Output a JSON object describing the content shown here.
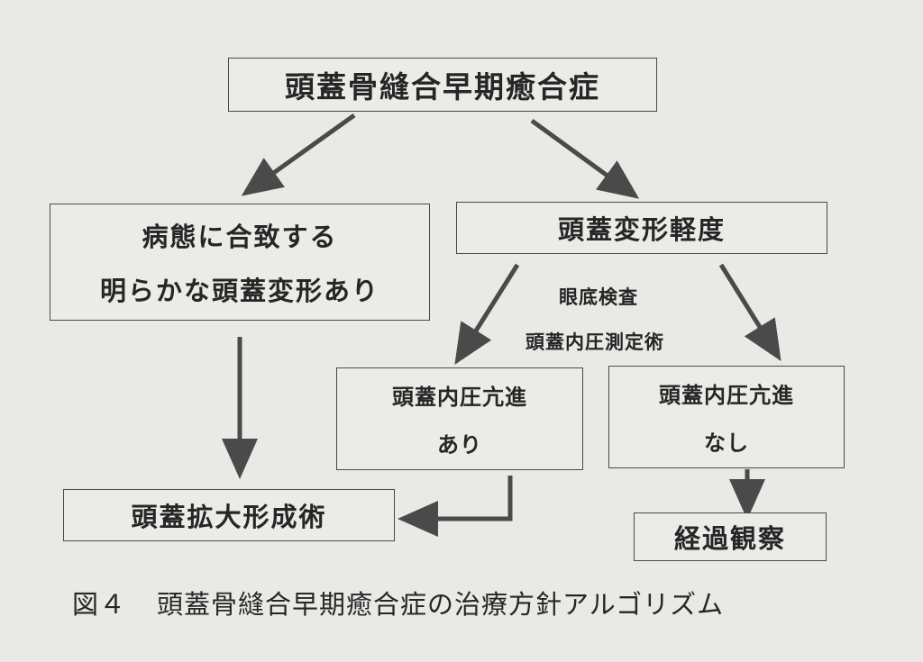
{
  "title": "頭蓋骨縫合早期癒合症",
  "branch_left": {
    "line1": "病態に合致する",
    "line2": "明らかな頭蓋変形あり"
  },
  "branch_right": "頭蓋変形軽度",
  "exam": {
    "line1": "眼底検査",
    "line2": "頭蓋内圧測定術"
  },
  "icp_yes": {
    "line1": "頭蓋内圧亢進",
    "line2": "あり"
  },
  "icp_no": {
    "line1": "頭蓋内圧亢進",
    "line2": "なし"
  },
  "surgery": "頭蓋拡大形成術",
  "observation": "経過観察",
  "caption": {
    "figure": "図４",
    "text": "頭蓋骨縫合早期癒合症の治療方針アルゴリズム"
  },
  "colors": {
    "background": "#e9e9e6",
    "ink": "#262626",
    "arrow": "#4a4a4a"
  }
}
